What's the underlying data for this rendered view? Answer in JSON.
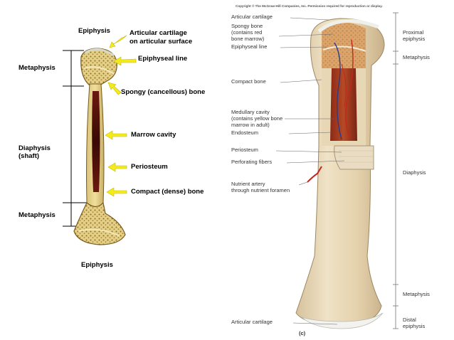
{
  "left_diagram": {
    "labels": {
      "epiphysis_top": "Epiphysis",
      "articular_cartilage_1": "Articular cartilage",
      "articular_cartilage_2": "on articular surface",
      "epiphyseal_line": "Epiphyseal line",
      "metaphysis_top": "Metaphysis",
      "spongy_bone": "Spongy (cancellous) bone",
      "diaphysis_1": "Diaphysis",
      "diaphysis_2": "(shaft)",
      "marrow_cavity": "Marrow cavity",
      "periosteum": "Periosteum",
      "compact_bone": "Compact (dense) bone",
      "metaphysis_bottom": "Metaphysis",
      "epiphysis_bottom": "Epiphysis"
    }
  },
  "right_diagram": {
    "copyright": "Copyright © The McGraw-Hill Companies, Inc. Permission required for reproduction or display.",
    "labels": {
      "articular_cartilage_top": "Articular cartilage",
      "spongy_bone_1": "Spongy bone",
      "spongy_bone_2": "(contains red",
      "spongy_bone_3": "bone marrow)",
      "epiphyseal_line": "Epiphyseal line",
      "compact_bone": "Compact bone",
      "medullary_1": "Medullary cavity",
      "medullary_2": "(contains yellow bone",
      "medullary_3": "marrow in adult)",
      "endosteum": "Endosteum",
      "periosteum": "Periosteum",
      "perforating_fibers": "Perforating fibers",
      "nutrient_artery_1": "Nutrient artery",
      "nutrient_artery_2": "through nutrient foramen",
      "articular_cartilage_bottom": "Articular cartilage",
      "panel_letter": "(c)"
    },
    "regions": {
      "proximal_epiphysis_1": "Proximal",
      "proximal_epiphysis_2": "epiphysis",
      "metaphysis_top": "Metaphysis",
      "diaphysis": "Diaphysis",
      "metaphysis_bottom": "Metaphysis",
      "distal_epiphysis_1": "Distal",
      "distal_epiphysis_2": "epiphysis"
    }
  }
}
